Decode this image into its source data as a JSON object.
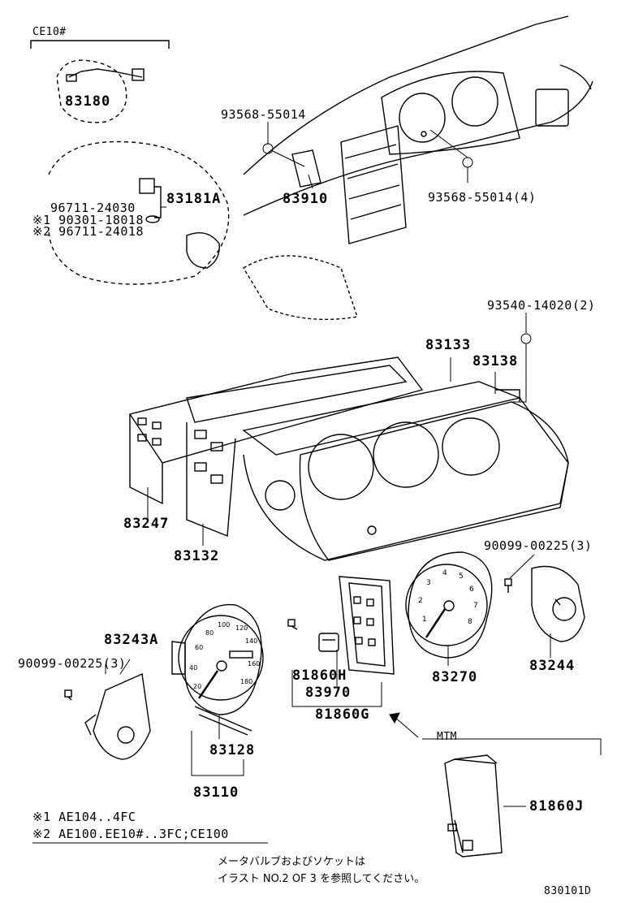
{
  "labels": {
    "ce10": "CE10#",
    "p83180": "83180",
    "p83181a": "83181A",
    "p96711_24030": "96711-24030",
    "p90301": "※1 90301-18018",
    "p96711_24018": "※2 96711-24018",
    "p93568_top": "93568-55014",
    "p83910": "83910",
    "p93568_4": "93568-55014(4)",
    "p93540": "93540-14020(2)",
    "p83133": "83133",
    "p83138": "83138",
    "p83247": "83247",
    "p83132": "83132",
    "p90099_right": "90099-00225(3)",
    "p83243a": "83243A",
    "p90099_left": "90099-00225(3)",
    "p81860h": "81860H",
    "p83970": "83970",
    "p81860g": "81860G",
    "p83270": "83270",
    "p83244": "83244",
    "p83128": "83128",
    "p83110": "83110",
    "mtm": "MTM",
    "p81860j": "81860J"
  },
  "notes": {
    "note1": "※1 AE104..4FC",
    "note2": "※2 AE100.EE10#..3FC;CE100",
    "jp_line1": "メータバルブおよびソケットは",
    "jp_line2": "イラスト NO.2 OF 3 を参照してください。",
    "diagram_id": "830101D"
  },
  "gauges": {
    "speedo_ticks": [
      "20",
      "40",
      "60",
      "80",
      "100",
      "120",
      "140",
      "160",
      "180"
    ],
    "tacho_ticks": [
      "1",
      "2",
      "3",
      "4",
      "5",
      "6",
      "7",
      "8"
    ]
  }
}
